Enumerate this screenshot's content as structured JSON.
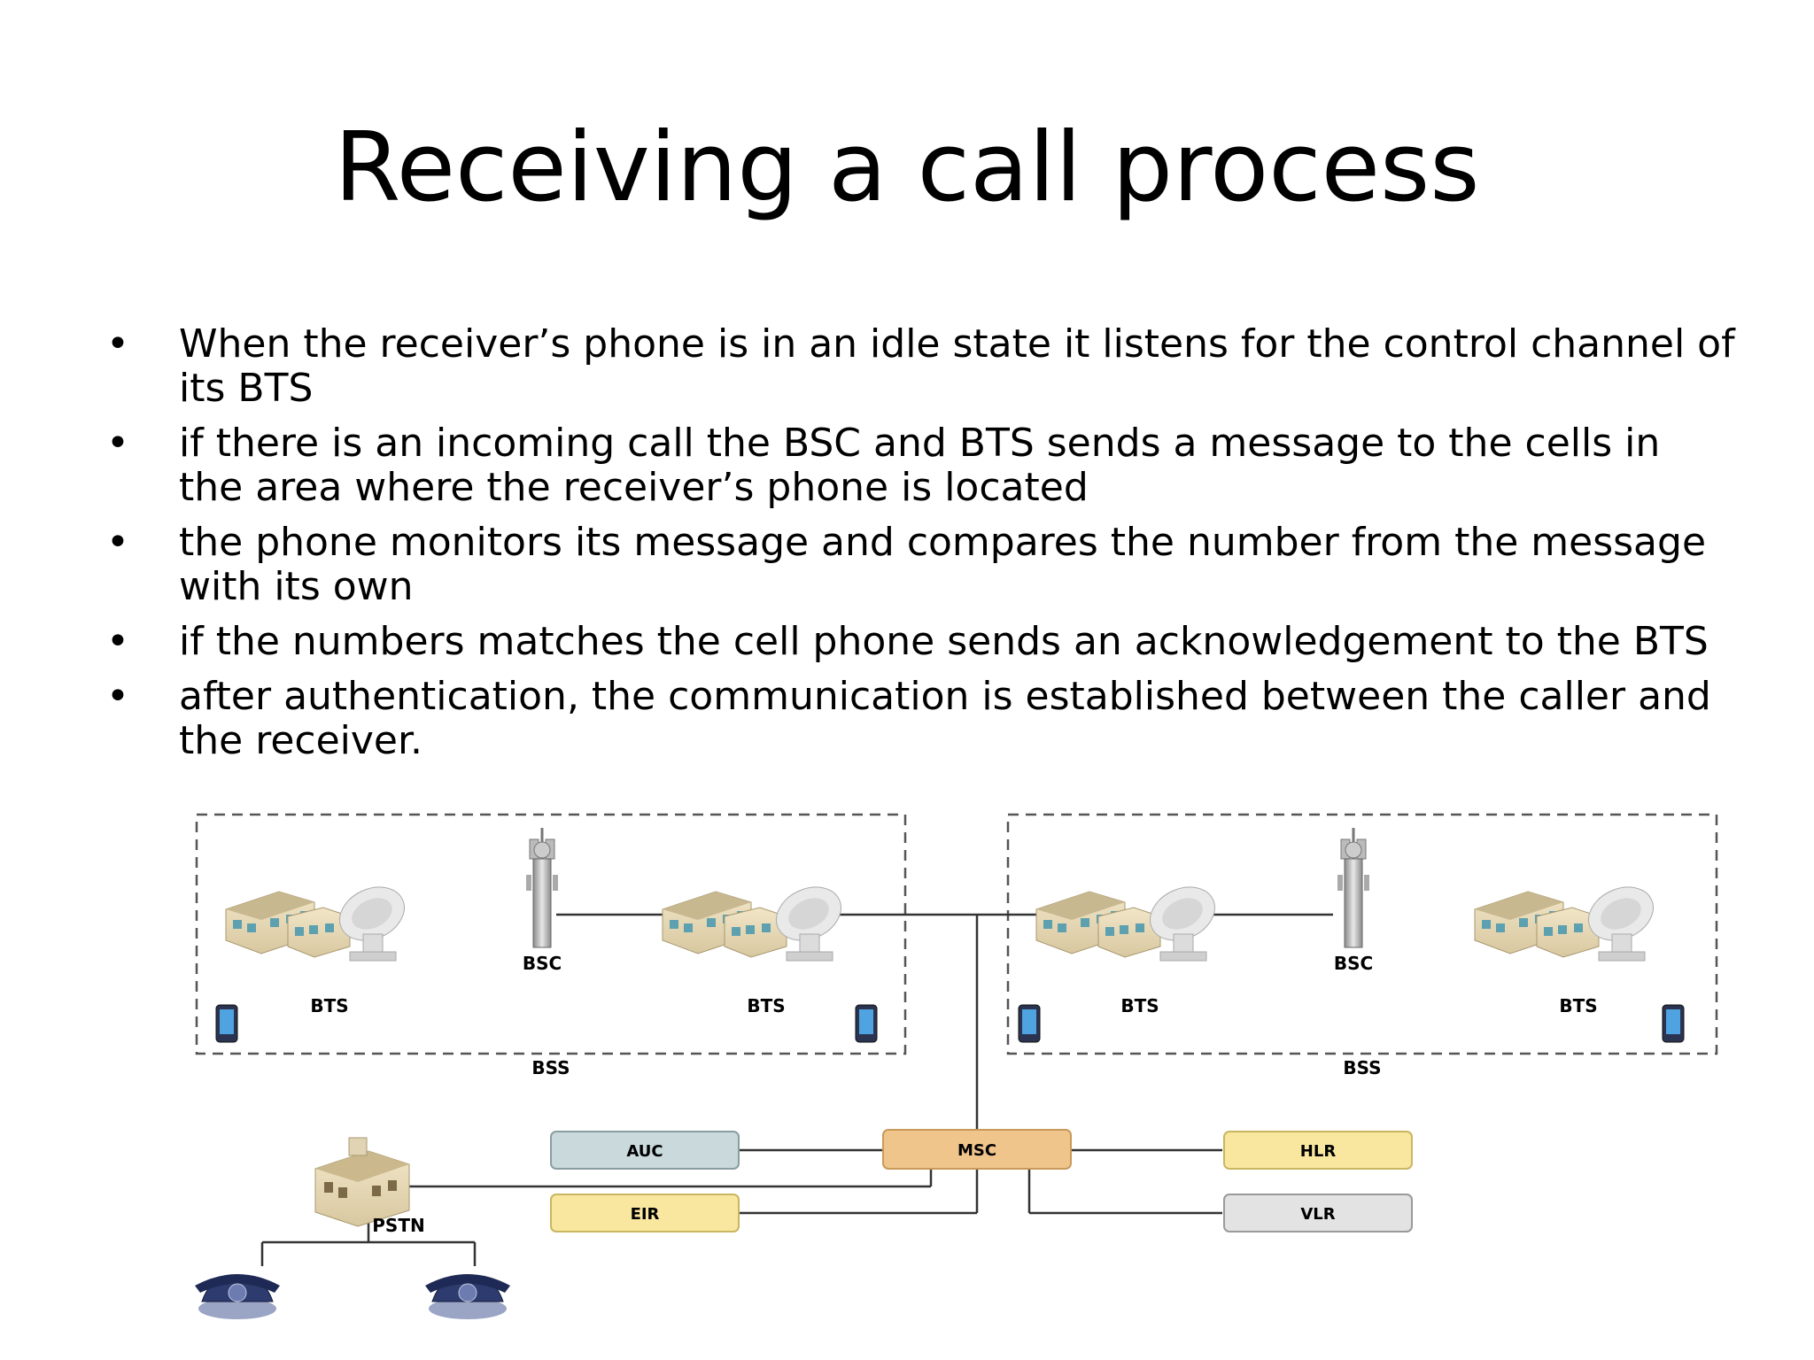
{
  "slide": {
    "title": "Receiving a call process",
    "bullets": [
      "When the receiver’s phone is in an idle state it listens for the control channel of its BTS",
      "if there is an incoming call the BSC and BTS sends a message to the cells in the area where the receiver’s phone is located",
      "the phone monitors its message and compares the number from the message with its own",
      "if the numbers matches the cell phone sends an acknowledgement to the BTS",
      "after authentication, the communication is established between the caller and the receiver."
    ]
  },
  "diagram": {
    "left_bss": {
      "label": "BSS",
      "bsc_label": "BSC",
      "bts_labels": [
        "BTS",
        "BTS"
      ]
    },
    "right_bss": {
      "label": "BSS",
      "bsc_label": "BSC",
      "bts_labels": [
        "BTS",
        "BTS"
      ]
    },
    "core": {
      "msc": "MSC",
      "auc": "AUC",
      "eir": "EIR",
      "hlr": "HLR",
      "vlr": "VLR",
      "pstn": "PSTN"
    },
    "colors": {
      "msc": "#f0c58c",
      "auc": "#c9d9dc",
      "eir": "#f9e7a0",
      "hlr": "#f9e7a0",
      "vlr": "#e3e3e3",
      "phone": "#2d3b6e",
      "line": "#333333"
    }
  }
}
